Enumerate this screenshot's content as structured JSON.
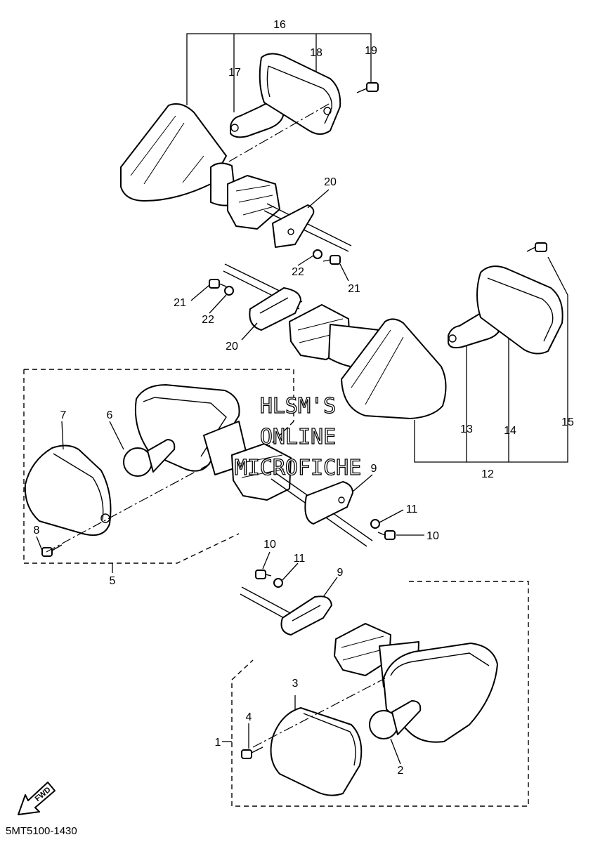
{
  "diagram_code": "5MT5100-1430",
  "watermark": [
    "HLSM'S",
    "ONLINE",
    "MICROFICHE"
  ],
  "fwd_label": "FWD",
  "callouts": {
    "c1": "1",
    "c2": "2",
    "c3": "3",
    "c4": "4",
    "c5": "5",
    "c6": "6",
    "c7": "7",
    "c8": "8",
    "c9a": "9",
    "c9b": "9",
    "c10a": "10",
    "c10b": "10",
    "c11a": "11",
    "c11b": "11",
    "c12": "12",
    "c13": "13",
    "c14": "14",
    "c15": "15",
    "c16": "16",
    "c17": "17",
    "c18": "18",
    "c19": "19",
    "c20a": "20",
    "c20b": "20",
    "c21a": "21",
    "c21b": "21",
    "c22a": "22",
    "c22b": "22"
  }
}
